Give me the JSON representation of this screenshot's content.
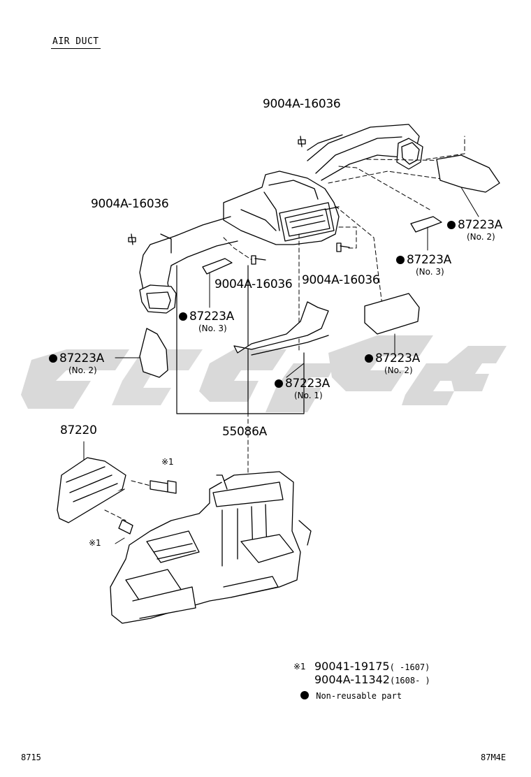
{
  "title": "AIR DUCT",
  "callouts": {
    "bolt_top": "9004A-16036",
    "bolt_left": "9004A-16036",
    "bolt_mid_a": "9004A-16036",
    "bolt_mid_b": "9004A-16036",
    "seal_right_no2": {
      "part": "87223A",
      "sub": "(No. 2)"
    },
    "seal_right_no3": {
      "part": "87223A",
      "sub": "(No. 3)"
    },
    "seal_left_no3": {
      "part": "87223A",
      "sub": "(No. 3)"
    },
    "seal_left_no2": {
      "part": "87223A",
      "sub": "(No. 2)"
    },
    "seal_lower_right_no2": {
      "part": "87223A",
      "sub": "(No. 2)"
    },
    "seal_no1": {
      "part": "87223A",
      "sub": "(No. 1)"
    },
    "assembly": "55086A",
    "duct_lower": "87220",
    "screw_mark_a": "※1",
    "screw_mark_b": "※1"
  },
  "legend": {
    "mark": "※1",
    "rows": [
      {
        "code": "90041-19175",
        "range": "(      -1607)"
      },
      {
        "code": "9004A-11342",
        "range": "(1608-      )"
      }
    ],
    "note": "Non-reusable part"
  },
  "footer": {
    "left": "8715",
    "right": "87M4E"
  },
  "watermark_color": "#d8d8d8"
}
